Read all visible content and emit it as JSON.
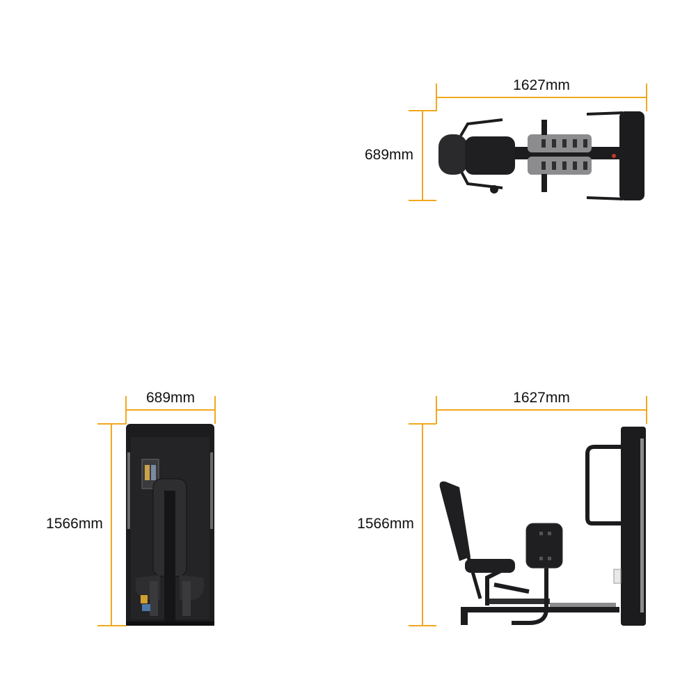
{
  "colors": {
    "dimension_line": "#F2A81D",
    "machine_dark": "#1c1c1e",
    "machine_mid": "#2e2e30",
    "machine_light": "#6b6b6e",
    "pad_gray": "#8c8c8e",
    "background": "#ffffff"
  },
  "views": {
    "top": {
      "width_label": "1627mm",
      "depth_label": "689mm"
    },
    "front": {
      "width_label": "689mm",
      "height_label": "1566mm"
    },
    "side": {
      "width_label": "1627mm",
      "height_label": "1566mm"
    }
  }
}
